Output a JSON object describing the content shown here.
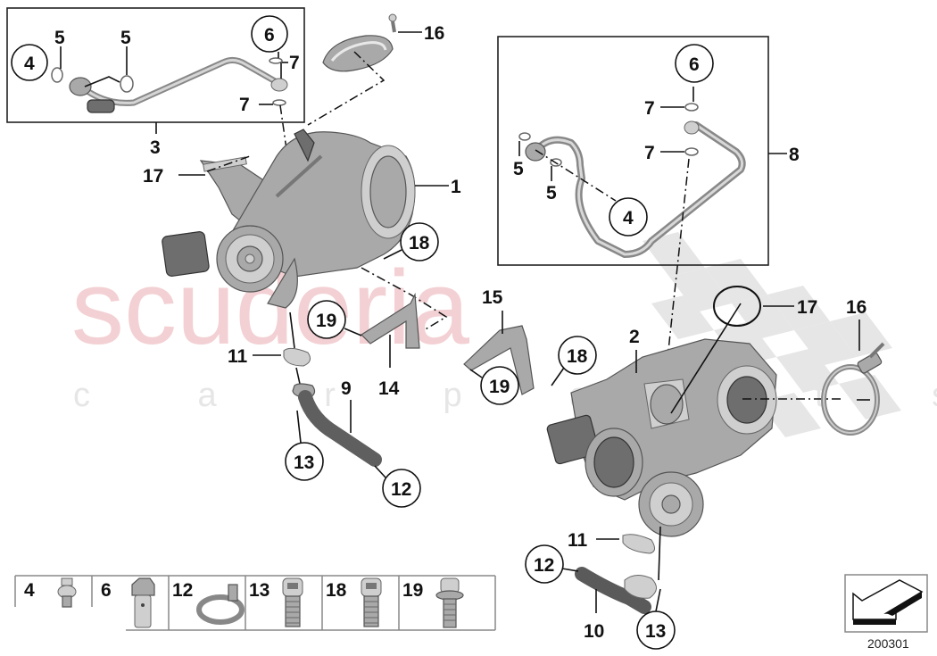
{
  "diagram": {
    "reference_number": "200301",
    "watermark": {
      "main": "scuderia",
      "sub": "c a r   p a r t s"
    },
    "callouts": {
      "c1": "1",
      "c2": "2",
      "c3": "3",
      "c4a": "4",
      "c4b": "4",
      "c5a": "5",
      "c5b": "5",
      "c5c": "5",
      "c5d": "5",
      "c6a": "6",
      "c6b": "6",
      "c7a": "7",
      "c7b": "7",
      "c7c": "7",
      "c7d": "7",
      "c8": "8",
      "c9": "9",
      "c10": "10",
      "c11a": "11",
      "c11b": "11",
      "c12a": "12",
      "c12b": "12",
      "c13a": "13",
      "c13b": "13",
      "c14": "14",
      "c15": "15",
      "c16a": "16",
      "c16b": "16",
      "c17a": "17",
      "c17b": "17",
      "c18a": "18",
      "c18b": "18",
      "c19a": "19",
      "c19b": "19"
    },
    "parts_legend": [
      {
        "number": "4",
        "icon": "banjo-fitting"
      },
      {
        "number": "6",
        "icon": "banjo-bolt"
      },
      {
        "number": "12",
        "icon": "hose-clamp"
      },
      {
        "number": "13",
        "icon": "socket-head-bolt"
      },
      {
        "number": "18",
        "icon": "socket-head-bolt"
      },
      {
        "number": "19",
        "icon": "torx-flange-bolt"
      }
    ]
  }
}
